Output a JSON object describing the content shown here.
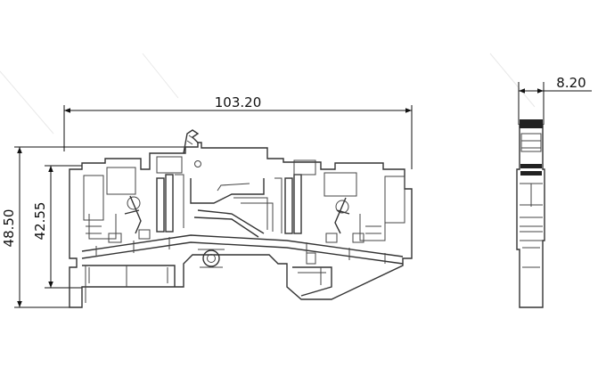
{
  "drawing": {
    "front_view": {
      "width_dim": "103.20",
      "height_dim_outer": "48.50",
      "height_dim_inner": "42.55"
    },
    "side_view": {
      "width_dim": "8.20"
    }
  }
}
